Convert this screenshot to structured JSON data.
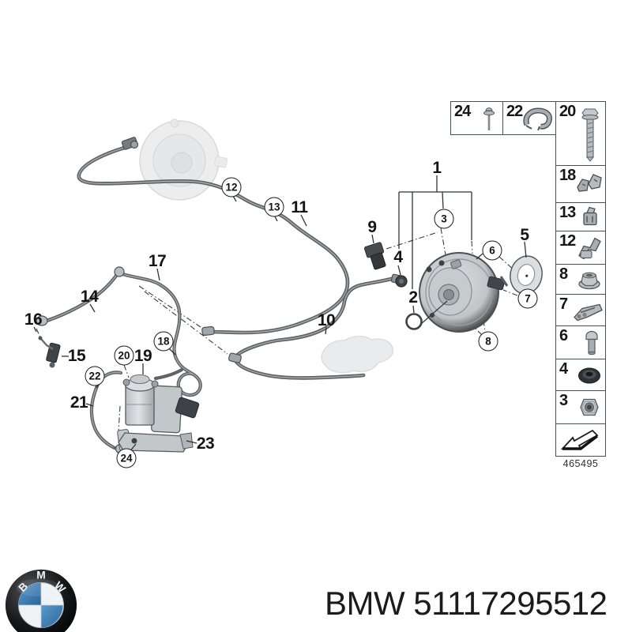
{
  "footer": {
    "brand_text": "BMW 51117295512",
    "logo_letters": [
      "B",
      "M",
      "W"
    ]
  },
  "diagram": {
    "doc_number": "465495",
    "callouts_plain": [
      {
        "n": "1"
      },
      {
        "n": "2"
      },
      {
        "n": "4"
      },
      {
        "n": "5"
      },
      {
        "n": "9"
      },
      {
        "n": "10"
      },
      {
        "n": "11"
      },
      {
        "n": "14"
      },
      {
        "n": "15"
      },
      {
        "n": "16"
      },
      {
        "n": "17"
      },
      {
        "n": "19"
      },
      {
        "n": "21"
      },
      {
        "n": "23"
      }
    ],
    "callouts_circled": [
      {
        "n": "3"
      },
      {
        "n": "6"
      },
      {
        "n": "7"
      },
      {
        "n": "8"
      },
      {
        "n": "12"
      },
      {
        "n": "13"
      },
      {
        "n": "18"
      },
      {
        "n": "20"
      },
      {
        "n": "22"
      },
      {
        "n": "24"
      }
    ],
    "legend": {
      "top_row": [
        {
          "n": "24",
          "icon": "blind-rivet-icon"
        },
        {
          "n": "22",
          "icon": "hose-clamp-icon"
        },
        {
          "n": "20",
          "icon": "hex-flange-bolt-icon"
        }
      ],
      "column": [
        {
          "n": "18",
          "icon": "clip-cluster-icon"
        },
        {
          "n": "13",
          "icon": "retaining-clip-icon"
        },
        {
          "n": "12",
          "icon": "bracket-clip-icon"
        },
        {
          "n": "8",
          "icon": "flange-nut-icon"
        },
        {
          "n": "7",
          "icon": "spring-clip-icon"
        },
        {
          "n": "6",
          "icon": "plug-pin-icon"
        },
        {
          "n": "4",
          "icon": "rubber-grommet-icon"
        },
        {
          "n": "3",
          "icon": "hex-nut-icon"
        }
      ],
      "arrow_icon": "direction-arrow-icon"
    }
  }
}
